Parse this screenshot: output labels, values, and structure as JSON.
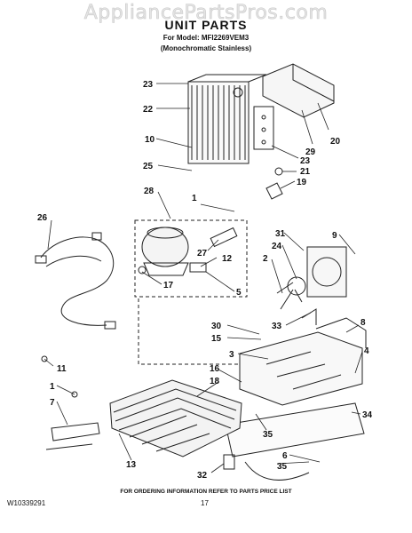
{
  "watermark": "AppliancePartsPros.com",
  "title": "UNIT PARTS",
  "model_line": "For Model: MFI2269VEM3",
  "variant_line": "(Monochromatic Stainless)",
  "order_note": "FOR ORDERING INFORMATION REFER TO PARTS PRICE LIST",
  "doc_number": "W10339291",
  "page_number": "17",
  "callouts": {
    "c23a": "23",
    "c22": "22",
    "c10": "10",
    "c25": "25",
    "c20": "20",
    "c29": "29",
    "c23b": "23",
    "c21": "21",
    "c19": "19",
    "c28": "28",
    "c1a": "1",
    "c26": "26",
    "c27": "27",
    "c12": "12",
    "c17": "17",
    "c5": "5",
    "c31": "31",
    "c24": "24",
    "c9": "9",
    "c2": "2",
    "c33": "33",
    "c30": "30",
    "c15": "15",
    "c8": "8",
    "c3": "3",
    "c4": "4",
    "c11": "11",
    "c16": "16",
    "c18": "18",
    "c1b": "1",
    "c7": "7",
    "c34": "34",
    "c35a": "35",
    "c6": "6",
    "c35b": "35",
    "c13": "13",
    "c32": "32"
  }
}
